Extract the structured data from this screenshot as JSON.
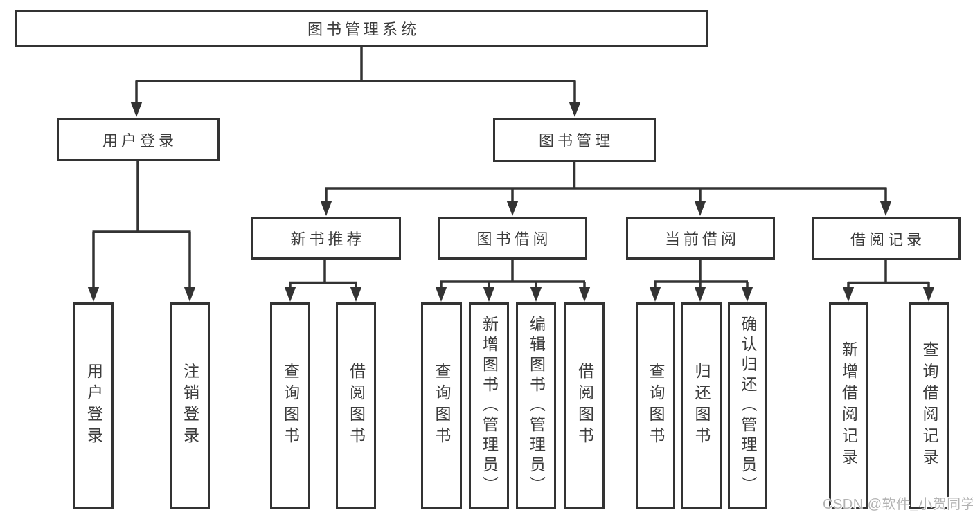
{
  "diagram_type": "hierarchy-tree",
  "tree": {
    "label": "图书管理系统",
    "children": [
      {
        "label": "用户登录",
        "children": [
          {
            "label": "用户登录"
          },
          {
            "label": "注销登录"
          }
        ]
      },
      {
        "label": "图书管理",
        "children": [
          {
            "label": "新书推荐",
            "children": [
              {
                "label": "查询图书"
              },
              {
                "label": "借阅图书"
              }
            ]
          },
          {
            "label": "图书借阅",
            "children": [
              {
                "label": "查询图书"
              },
              {
                "label": "新增图书（管理员）"
              },
              {
                "label": "编辑图书（管理员）"
              },
              {
                "label": "借阅图书"
              }
            ]
          },
          {
            "label": "当前借阅",
            "children": [
              {
                "label": "查询图书"
              },
              {
                "label": "归还图书"
              },
              {
                "label": "确认归还（管理员）"
              }
            ]
          },
          {
            "label": "借阅记录",
            "children": [
              {
                "label": "新增借阅记录"
              },
              {
                "label": "查询借阅记录"
              }
            ]
          }
        ]
      }
    ]
  },
  "watermark": {
    "text": "CSDN @软件_小贺同学"
  },
  "colors": {
    "background": "#ffffff",
    "box_fill": "#ffffff",
    "box_border": "#333333",
    "line": "#333333",
    "text": "#3c3c3c",
    "watermark_text": "#b3b3b3"
  }
}
